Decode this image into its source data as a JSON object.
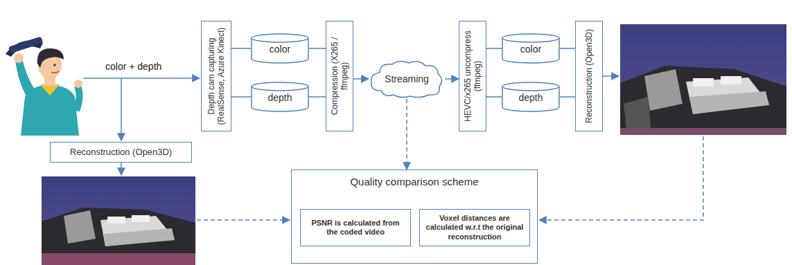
{
  "diagram": {
    "nodes": [
      {
        "text": [
          "Depth cam capturing (RealSense, Azure Kinect)"
        ]
      },
      {
        "text": [
          "color"
        ]
      },
      {
        "text": [
          "depth"
        ]
      },
      {
        "text": [
          "Compression (X265 / ffmpeg)"
        ]
      },
      {
        "text": [
          "Streaming"
        ]
      },
      {
        "text": [
          "HEVC/x265 uncompress (ffmpeg)"
        ]
      },
      {
        "text": [
          "color"
        ]
      },
      {
        "text": [
          "depth"
        ]
      },
      {
        "text": [
          "Reconstruction (Open3D)"
        ]
      },
      {
        "text": [
          "Reconstruction (Open3D)"
        ]
      },
      {
        "text": [
          "Quality comparison scheme"
        ]
      },
      {
        "text": [
          "PSNR is calculated from the coded video"
        ],
        "in": 10
      },
      {
        "text": [
          "Voxel distances are calculated w.r.t the original reconstruction"
        ],
        "in": 10
      }
    ],
    "edges": [
      {
        "from": 0,
        "to": 1,
        "arrow": "none"
      },
      {
        "from": 0,
        "to": 2,
        "arrow": "none"
      },
      {
        "from": 1,
        "to": 3,
        "arrow": "none"
      },
      {
        "from": 2,
        "to": 3,
        "arrow": "none"
      },
      {
        "from": 3,
        "to": 4,
        "arrow": "to"
      },
      {
        "from": 4,
        "to": 5,
        "arrow": "to"
      },
      {
        "from": 5,
        "to": 6,
        "arrow": "none"
      },
      {
        "from": 5,
        "to": 7,
        "arrow": "none"
      },
      {
        "from": 6,
        "to": 8,
        "arrow": "none"
      },
      {
        "from": 7,
        "to": 8,
        "arrow": "none"
      },
      {
        "from": 4,
        "to": 10,
        "arrow": "to"
      }
    ],
    "labels": [
      "color + depth"
    ]
  }
}
